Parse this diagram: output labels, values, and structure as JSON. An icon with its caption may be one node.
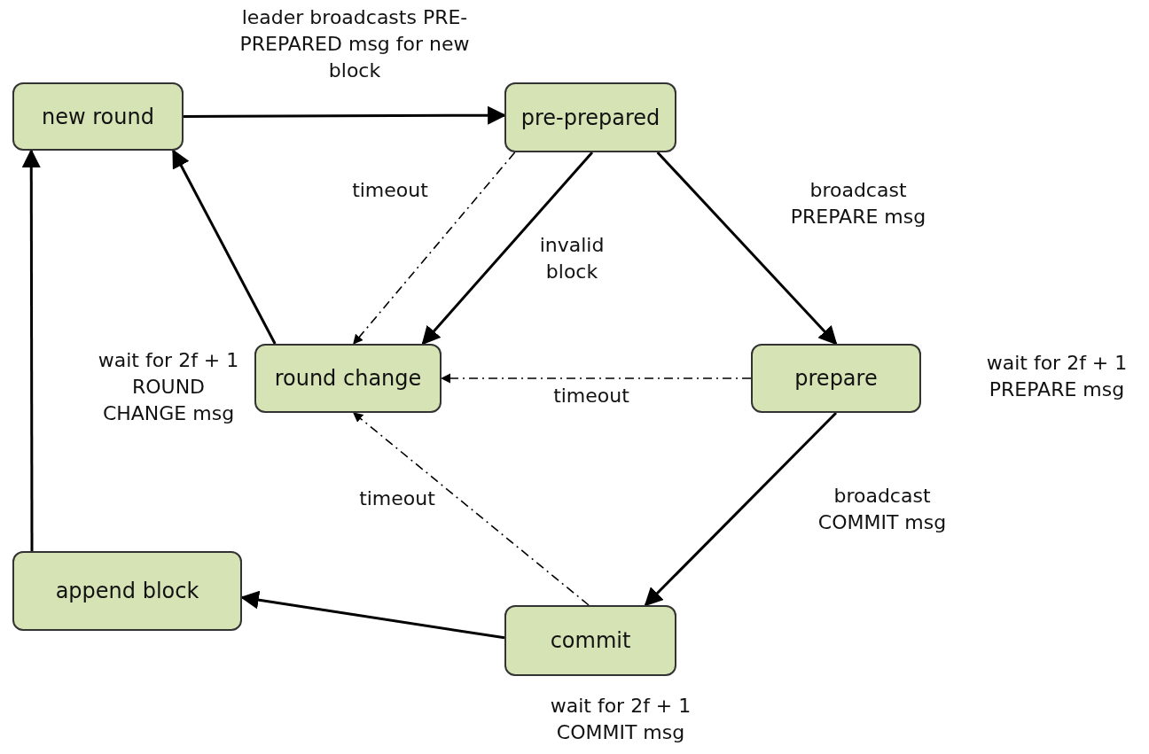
{
  "diagram": {
    "nodes": [
      {
        "text": [
          "new round"
        ]
      },
      {
        "text": [
          "pre-prepared"
        ]
      },
      {
        "text": [
          "round change"
        ],
        "beside": [
          "wait for 2f + 1 ROUND CHANGE msg"
        ]
      },
      {
        "text": [
          "prepare"
        ],
        "beside": [
          "wait for 2f + 1 PREPARE msg"
        ]
      },
      {
        "text": [
          "append block"
        ]
      },
      {
        "text": [
          "commit"
        ],
        "beside": [
          "wait for 2f + 1 COMMIT msg"
        ]
      }
    ],
    "edges": [
      {
        "from": 0,
        "to": 1,
        "arrow": "to",
        "label": "leader broadcasts PRE-PREPARED msg for new block"
      },
      {
        "from": 1,
        "to": 2,
        "arrow": "to",
        "label": "timeout",
        "style": "dashed"
      },
      {
        "from": 1,
        "to": 2,
        "arrow": "to",
        "label": "invalid block"
      },
      {
        "from": 1,
        "to": 3,
        "arrow": "to",
        "label": "broadcast PREPARE msg"
      },
      {
        "from": 3,
        "to": 2,
        "arrow": "to",
        "label": "timeout",
        "style": "dashed"
      },
      {
        "from": 2,
        "to": 0,
        "arrow": "to"
      },
      {
        "from": 5,
        "to": 2,
        "arrow": "to",
        "label": "timeout",
        "style": "dashed"
      },
      {
        "from": 3,
        "to": 5,
        "arrow": "to",
        "label": "broadcast COMMIT msg"
      },
      {
        "from": 5,
        "to": 4,
        "arrow": "to"
      },
      {
        "from": 4,
        "to": 0,
        "arrow": "to"
      }
    ]
  }
}
